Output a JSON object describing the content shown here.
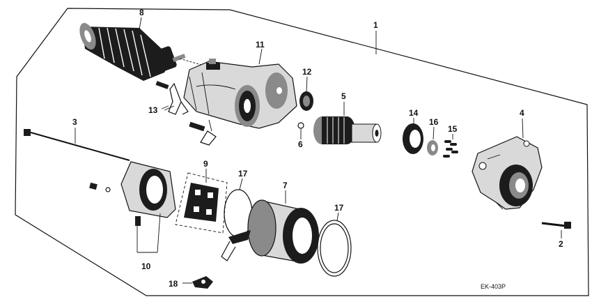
{
  "diagram": {
    "drawing_code": "EK-403P",
    "callouts": [
      {
        "id": "c1",
        "text": "1"
      },
      {
        "id": "c2",
        "text": "2"
      },
      {
        "id": "c3",
        "text": "3"
      },
      {
        "id": "c4",
        "text": "4"
      },
      {
        "id": "c5",
        "text": "5"
      },
      {
        "id": "c6",
        "text": "6"
      },
      {
        "id": "c7",
        "text": "7"
      },
      {
        "id": "c8",
        "text": "8"
      },
      {
        "id": "c9",
        "text": "9"
      },
      {
        "id": "c10",
        "text": "10"
      },
      {
        "id": "c11",
        "text": "11"
      },
      {
        "id": "c12",
        "text": "12"
      },
      {
        "id": "c13",
        "text": "13"
      },
      {
        "id": "c14",
        "text": "14"
      },
      {
        "id": "c15",
        "text": "15"
      },
      {
        "id": "c16",
        "text": "16"
      },
      {
        "id": "c17a",
        "text": "17"
      },
      {
        "id": "c17b",
        "text": "17"
      },
      {
        "id": "c18",
        "text": "18"
      }
    ]
  }
}
